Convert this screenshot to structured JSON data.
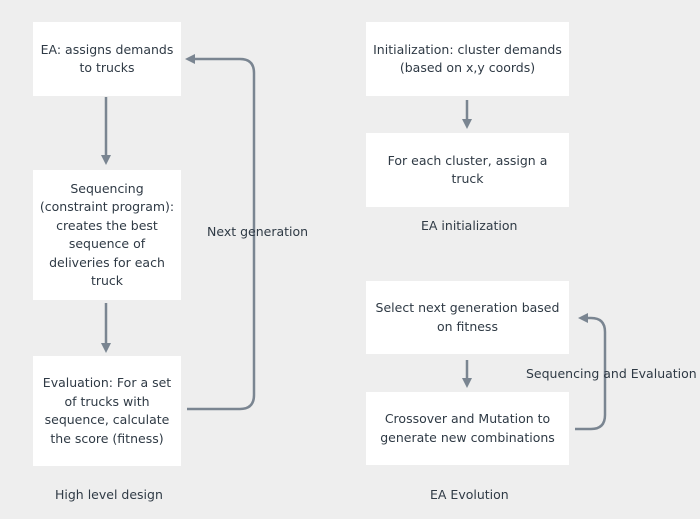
{
  "high_level": {
    "box_ea": [
      "EA: assigns demands",
      "to trucks"
    ],
    "box_sequencing": [
      "Sequencing",
      "(constraint program):",
      "creates the best",
      "sequence of",
      "deliveries for each",
      "truck"
    ],
    "box_evaluation": [
      "Evaluation: For a set",
      "of trucks with",
      "sequence, calculate",
      "the score (fitness)"
    ],
    "loop_label": "Next generation",
    "caption": "High level design"
  },
  "ea_init": {
    "box_cluster": [
      "Initialization: cluster demands",
      "(based on x,y coords)"
    ],
    "box_assign": [
      "For each cluster, assign a",
      "truck"
    ],
    "caption": "EA initialization"
  },
  "ea_evolution": {
    "box_select": [
      "Select next generation based",
      "on fitness"
    ],
    "box_crossover": [
      "Crossover and Mutation to",
      "generate new combinations"
    ],
    "loop_label": "Sequencing and Evaluation",
    "caption": "EA Evolution"
  },
  "colors": {
    "background": "#eeeeee",
    "box": "#ffffff",
    "arrow": "#7a8591",
    "text": "#2f3a45"
  }
}
